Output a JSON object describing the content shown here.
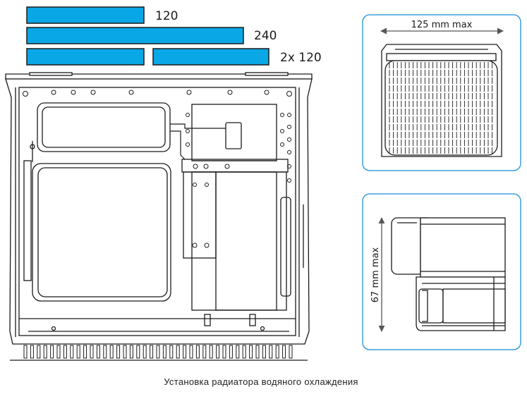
{
  "radiator_sizes": {
    "size_120": "120",
    "size_240": "240",
    "size_2x120": "2x 120"
  },
  "top_view": {
    "width_label": "125 mm max"
  },
  "side_view": {
    "height_label": "67 mm max"
  },
  "caption": "Установка радиатора водяного охлаждения",
  "colors": {
    "radiator_bar": "#0aa7e6",
    "panel_border": "#3b9fdc",
    "line": "#1a1a1a"
  }
}
